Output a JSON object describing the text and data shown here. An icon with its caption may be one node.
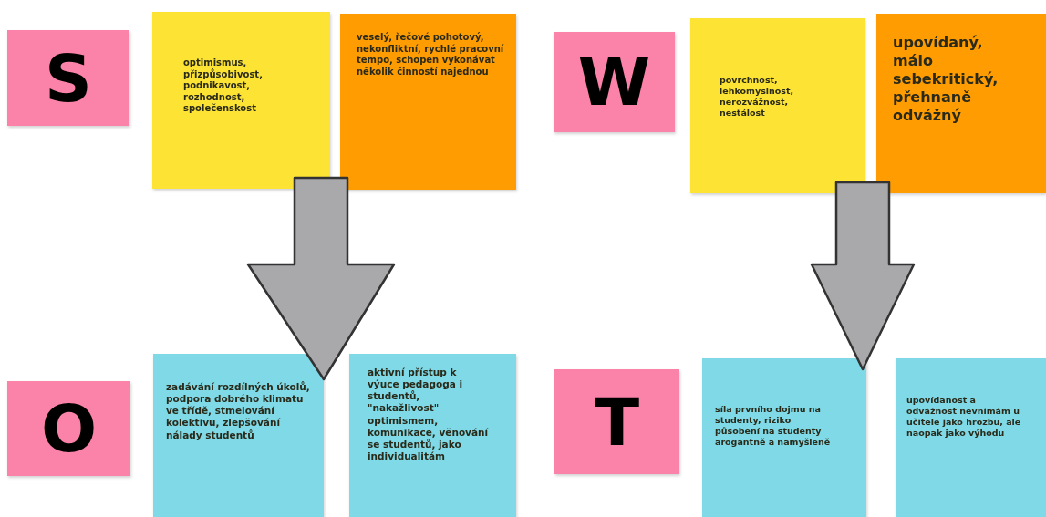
{
  "diagram": {
    "nodes": [
      {
        "text": [
          "S"
        ]
      },
      {
        "text": [
          "optimismus, přizpůsobivost, podnikavost, rozhodnost, společenskost"
        ]
      },
      {
        "text": [
          "veselý, řečové pohotový, nekonfliktní, rychlé pracovní tempo, schopen vykonávat několik činností najednou"
        ]
      },
      {
        "text": [
          "W"
        ]
      },
      {
        "text": [
          "povrchnost, lehkomyslnost, nerozvážnost, nestálost"
        ]
      },
      {
        "text": [
          "upovídaný, málo sebekritický, přehnaně odvážný"
        ]
      },
      {
        "text": [
          "O"
        ]
      },
      {
        "text": [
          "zadávání rozdílných úkolů, podpora dobrého klimatu ve třídě, stmelování kolektivu, zlepšování nálady studentů"
        ]
      },
      {
        "text": [
          "aktivní přístup k výuce pedagoga i studentů, \"nakažlivost\" optimismem, komunikace, věnování se studentů, jako individualitám"
        ]
      },
      {
        "text": [
          "T"
        ]
      },
      {
        "text": [
          "síla prvního dojmu na studenty, riziko působení na studenty arogantně a namyšleně"
        ]
      },
      {
        "text": [
          "upovídanost a odvážnost nevnímám u učitele jako hrozbu, ale naopak jako výhodu"
        ]
      }
    ],
    "edges": [
      {
        "from": 1,
        "to": 7,
        "arrow": "to",
        "style": "thick"
      },
      {
        "from": 4,
        "to": 10,
        "arrow": "to",
        "style": "thick"
      }
    ]
  }
}
